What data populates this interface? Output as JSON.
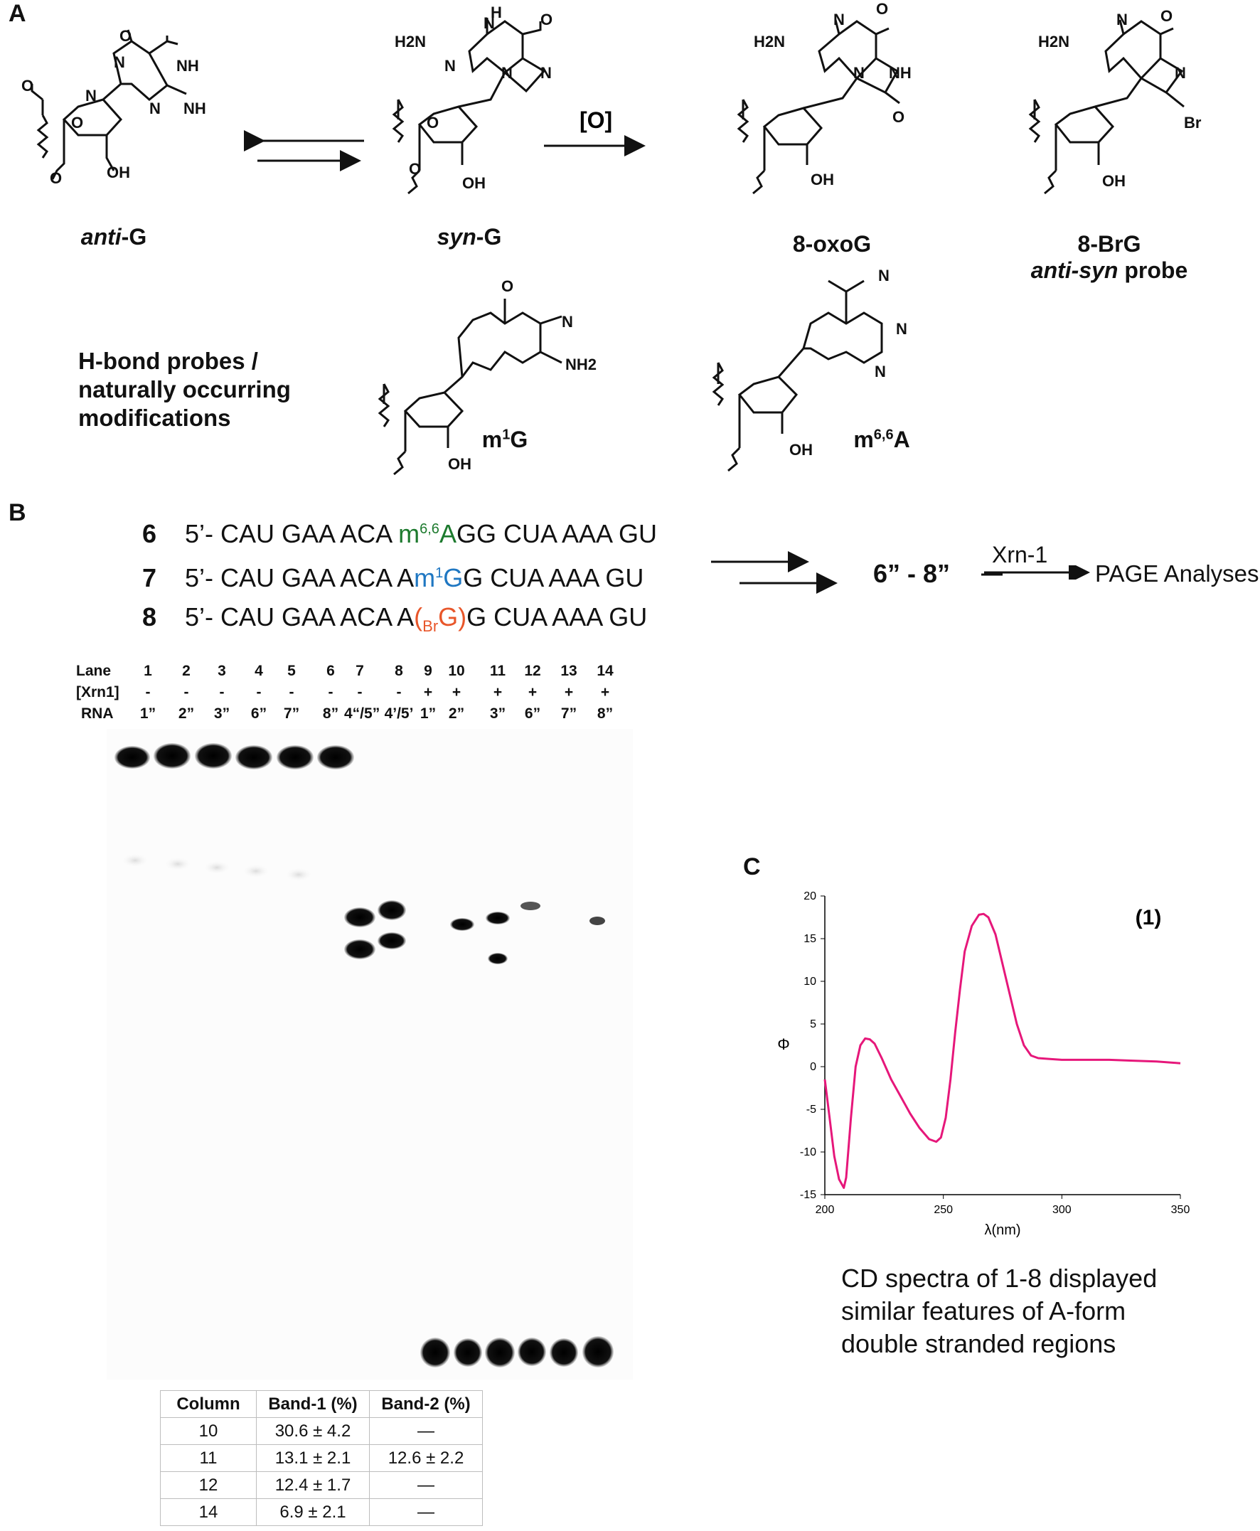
{
  "panel_a": {
    "letter": "A",
    "molecules": [
      {
        "id": "anti_g",
        "label_italic": "anti",
        "label_rest": "-G"
      },
      {
        "id": "syn_g",
        "label_italic": "syn",
        "label_rest": "-G"
      },
      {
        "id": "oxog",
        "label": "8-oxoG"
      },
      {
        "id": "brg",
        "label": "8-BrG",
        "sublabel_italic": "anti-syn",
        "sublabel_rest": " probe"
      },
      {
        "id": "m1g",
        "label_base": "m",
        "label_sup": "1",
        "label_rest": "G"
      },
      {
        "id": "m66a",
        "label_base": "m",
        "label_sup": "6,6",
        "label_rest": "A"
      }
    ],
    "oxidation_label": "[O]",
    "probe_text": [
      "H-bond probes /",
      "naturally occurring",
      "modifications"
    ],
    "atoms": {
      "nh": "NH",
      "n": "N",
      "o": "O",
      "oh": "OH",
      "h": "H",
      "h2n": "H2N",
      "nh2": "NH2",
      "br": "Br"
    }
  },
  "panel_b": {
    "letter": "B",
    "sequences": [
      {
        "num": "6",
        "prefix": "5’- CAU GAA ACA ",
        "mod_base": "m",
        "mod_sup": "6,6",
        "mod_rest": "A",
        "suffix": "GG CUA AAA GU",
        "mod_color": "#1d7a2e"
      },
      {
        "num": "7",
        "prefix": "5’- CAU GAA ACA A",
        "mod_base": "m",
        "mod_sup": "1",
        "mod_rest": "G",
        "suffix": "G CUA AAA GU",
        "mod_color": "#1f77c2"
      },
      {
        "num": "8",
        "prefix": "5’- CAU GAA ACA A",
        "mod_base": "(",
        "mod_sup": "Br",
        "mod_rest": "G)",
        "suffix": "G CUA AAA GU",
        "mod_color": "#e8562a"
      }
    ],
    "product_label": "6” - 8”",
    "enzyme_label": "Xrn-1",
    "analysis_label": "PAGE Analyses",
    "gel": {
      "row_labels": [
        "Lane",
        "[Xrn1]",
        "RNA"
      ],
      "lanes": [
        {
          "lane": "1",
          "xrn1": "-",
          "rna": "1”"
        },
        {
          "lane": "2",
          "xrn1": "-",
          "rna": "2”"
        },
        {
          "lane": "3",
          "xrn1": "-",
          "rna": "3”"
        },
        {
          "lane": "4",
          "xrn1": "-",
          "rna": "6”"
        },
        {
          "lane": "5",
          "xrn1": "-",
          "rna": "7”"
        },
        {
          "lane": "6",
          "xrn1": "-",
          "rna": "8”"
        },
        {
          "lane": "7",
          "xrn1": "-",
          "rna": "4“/5”"
        },
        {
          "lane": "8",
          "xrn1": "-",
          "rna": "4’/5’"
        },
        {
          "lane": "9",
          "xrn1": "+",
          "rna": "1”"
        },
        {
          "lane": "10",
          "xrn1": "+",
          "rna": "2”"
        },
        {
          "lane": "11",
          "xrn1": "+",
          "rna": "3”"
        },
        {
          "lane": "12",
          "xrn1": "+",
          "rna": "6”"
        },
        {
          "lane": "13",
          "xrn1": "+",
          "rna": "7”"
        },
        {
          "lane": "14",
          "xrn1": "+",
          "rna": "8”"
        }
      ]
    },
    "table": {
      "headers": [
        "Column",
        "Band-1 (%)",
        "Band-2 (%)"
      ],
      "rows": [
        [
          "10",
          "30.6 ± 4.2",
          "—"
        ],
        [
          "11",
          "13.1 ± 2.1",
          "12.6 ± 2.2"
        ],
        [
          "12",
          "12.4 ± 1.7",
          "—"
        ],
        [
          "14",
          "6.9 ± 2.1",
          "—"
        ]
      ]
    }
  },
  "panel_c": {
    "letter": "C",
    "caption": [
      "CD spectra of 1-8 displayed",
      "similar features of A-form",
      "double stranded regions"
    ]
  },
  "chart_data": {
    "type": "line",
    "title": "",
    "annotation": "(1)",
    "xlabel": "λ(nm)",
    "ylabel": "Φ",
    "xlim": [
      200,
      350
    ],
    "ylim": [
      -15,
      20
    ],
    "xticks": [
      200,
      250,
      300,
      350
    ],
    "yticks": [
      -15,
      -10,
      -5,
      0,
      5,
      10,
      15,
      20
    ],
    "line_color": "#e6177a",
    "grid": false,
    "series": [
      {
        "x": [
          200,
          202,
          204,
          206,
          208,
          209,
          211,
          213,
          215,
          217,
          219,
          221,
          224,
          228,
          232,
          236,
          240,
          244,
          247,
          249,
          251,
          253,
          255,
          257,
          259,
          262,
          265,
          267,
          269,
          272,
          275,
          278,
          281,
          284,
          287,
          290,
          295,
          300,
          310,
          320,
          330,
          340,
          350
        ],
        "y": [
          -1.5,
          -6,
          -10.5,
          -13.2,
          -14.2,
          -13,
          -6,
          0,
          2.5,
          3.3,
          3.2,
          2.7,
          1,
          -1.5,
          -3.5,
          -5.5,
          -7.2,
          -8.5,
          -8.8,
          -8.3,
          -6,
          -1.5,
          4,
          9,
          13.5,
          16.5,
          17.8,
          17.9,
          17.5,
          15.5,
          12,
          8.5,
          5,
          2.5,
          1.3,
          1,
          0.9,
          0.8,
          0.8,
          0.8,
          0.7,
          0.6,
          0.4
        ]
      }
    ]
  }
}
